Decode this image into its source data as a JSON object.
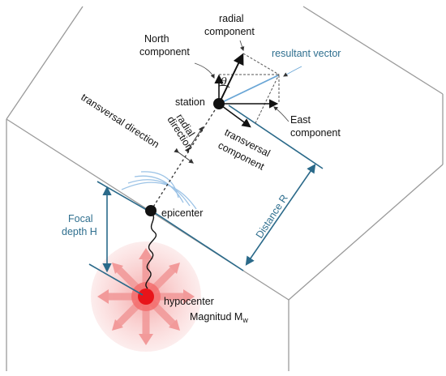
{
  "labels": {
    "north_component": [
      "North",
      "component"
    ],
    "radial_component": [
      "radial",
      "component"
    ],
    "resultant_vector": "resultant vector",
    "theta": "θ",
    "station": "station",
    "radial_direction": [
      "radial",
      "direction"
    ],
    "transversal_direction": "transversal direction",
    "east_component": [
      "East",
      "component"
    ],
    "transversal_component": [
      "transversal",
      "component"
    ],
    "distance": "Distance R",
    "epicenter": "epicenter",
    "focal_depth": [
      "Focal",
      "depth H"
    ],
    "hypocenter": "hypocenter",
    "magnitude_main": "Magnitud M",
    "magnitude_sub": "w"
  },
  "colors": {
    "box_edge": "#9a9a9a",
    "dimension_line": "#2b6a8a",
    "resultant": "#6aa6d6",
    "wave_arc": "#9cc3e6",
    "vector": "#111111",
    "hypocenter_core": "#e8141a",
    "hypocenter_halo": "#f7b8b8",
    "hypocenter_arrows": "#f29a9a"
  }
}
